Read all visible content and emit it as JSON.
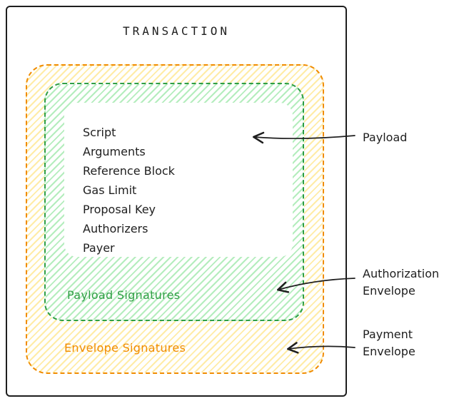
{
  "diagram": {
    "title": "TRANSACTION",
    "payload_fields": [
      "Script",
      "Arguments",
      "Reference Block",
      "Gas Limit",
      "Proposal Key",
      "Authorizers",
      "Payer"
    ],
    "payload_signatures_label": "Payload Signatures",
    "envelope_signatures_label": "Envelope Signatures",
    "annotations": {
      "payload": "Payload",
      "authorization_envelope": "Authorization\nEnvelope",
      "payment_envelope": "Payment\nEnvelope"
    },
    "colors": {
      "ink": "#1e1e1e",
      "orange": "#f08c00",
      "orange_hatch": "#ffd43b",
      "green": "#2f9e44",
      "green_hatch": "#69db7c"
    }
  }
}
